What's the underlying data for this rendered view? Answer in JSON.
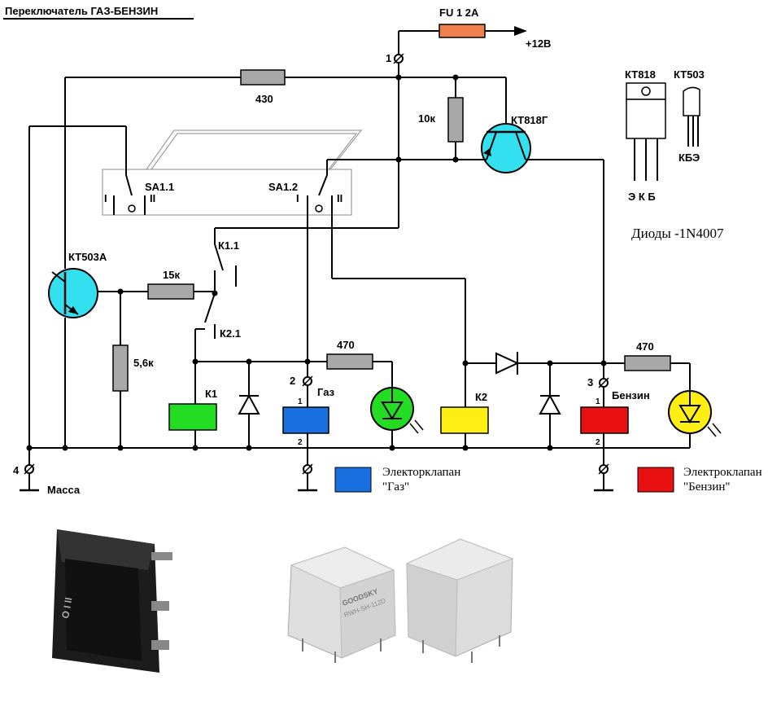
{
  "title": "Переключатель ГАЗ-БЕНЗИН",
  "fuse": "FU 1 2A",
  "supply": "+12В",
  "resistors": {
    "r430": "430",
    "r10k": "10к",
    "r15k": "15к",
    "r56k": "5,6к",
    "r470a": "470",
    "r470b": "470"
  },
  "transistors": {
    "kt818g": "КТ818Г",
    "kt503a": "КТ503А"
  },
  "switch": {
    "sa11": "SA1.1",
    "sa12": "SA1.2",
    "pos1": "I",
    "pos2": "II"
  },
  "relays": {
    "k1": "К1",
    "k2": "К2",
    "k11": "К1.1",
    "k21": "К2.1"
  },
  "terminals": {
    "t1": "1",
    "t2": "2",
    "t3": "3",
    "t4": "4"
  },
  "valves": {
    "gas": "Газ",
    "petrol": "Бензин",
    "pin1": "1",
    "pin2": "2"
  },
  "ground_label": "Масса",
  "pinout": {
    "kt818": "КТ818",
    "kt503": "КТ503",
    "kt818_pins": "Э К Б",
    "kt503_pins": "КБЭ"
  },
  "diodes_note": "Диоды -1N4007",
  "legend": {
    "gas": "Электорклапан \"Газ\"",
    "gas_line1": "Электорклапан",
    "gas_line2": "\"Газ\"",
    "petrol": "Электроклапан \"Бензин\"",
    "petrol_line1": "Электроклапан",
    "petrol_line2": "\"Бензин\""
  },
  "colors": {
    "gas_valve": "#1a6fe0",
    "petrol_valve": "#e81010",
    "relay_k1": "#22dd22",
    "relay_k2": "#ffee11",
    "transistor": "#33e0f0",
    "led_gas": "#22dd22",
    "led_petrol": "#ffee11",
    "fuse": "#f08050",
    "resistor": "#a8a8a8"
  },
  "photos": {
    "rocker_switch_text": "O I II",
    "relay_brand": "GOODSKY",
    "relay_model": "RWH-SH-112D"
  }
}
